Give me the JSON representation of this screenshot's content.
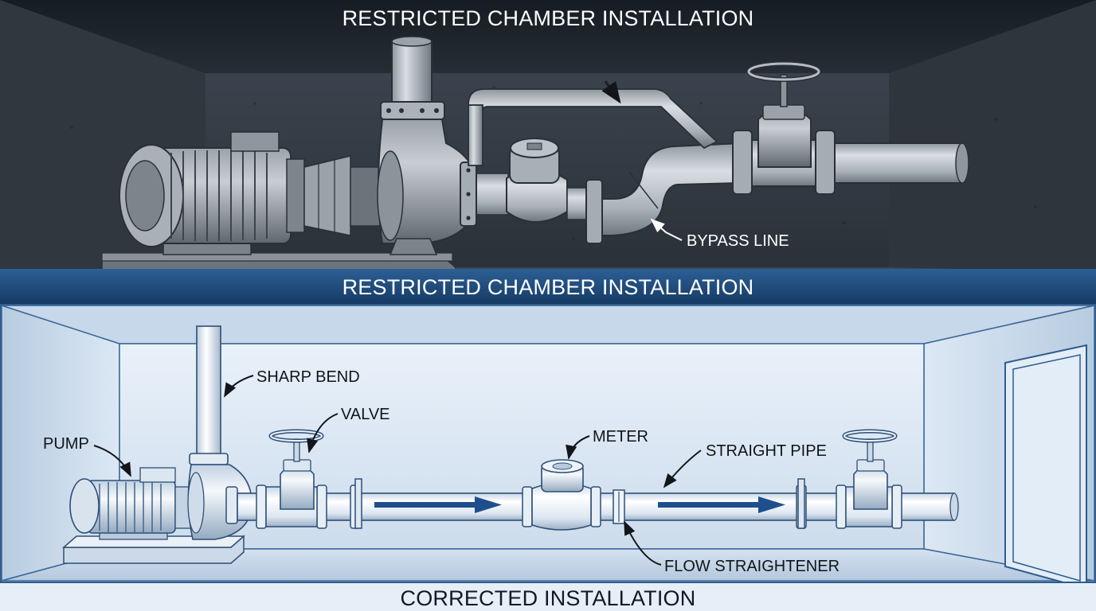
{
  "top_panel": {
    "title": "RESTRICTED CHAMBER INSTALLATION",
    "footer_title": "RESTRICTED CHAMBER INSTALLATION",
    "labels": {
      "bypass_line": "BYPASS LINE"
    }
  },
  "bottom_panel": {
    "footer_title": "CORRECTED INSTALLATION",
    "labels": {
      "pump": "PUMP",
      "sharp_bend": "SHARP BEND",
      "valve": "VALVE",
      "meter": "METER",
      "straight_pipe": "STRAIGHT PIPE",
      "flow_straightener": "FLOW STRAIGHTENER"
    }
  },
  "colors": {
    "chamber_dark": "#2b333c",
    "band_blue": "#1f4d7f",
    "pipe_gray": "#b7bec6",
    "pipe_light": "#eef4fb",
    "flow_arrow": "#1e4f8c",
    "room_light": "#dbe8f6"
  }
}
